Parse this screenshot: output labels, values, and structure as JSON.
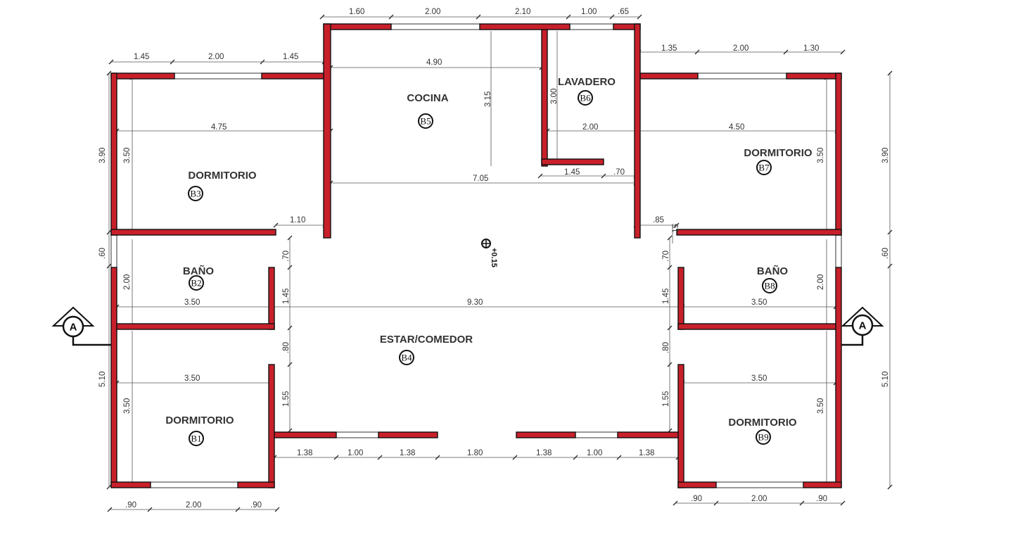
{
  "rooms": {
    "cocina": {
      "name": "COCINA",
      "tag": "B5"
    },
    "lavadero": {
      "name": "LAVADERO",
      "tag": "B6"
    },
    "dorm_b3": {
      "name": "DORMITORIO",
      "tag": "B3"
    },
    "dorm_b7": {
      "name": "DORMITORIO",
      "tag": "B7"
    },
    "bano_b2": {
      "name": "BAÑO",
      "tag": "B2"
    },
    "bano_b8": {
      "name": "BAÑO",
      "tag": "B8"
    },
    "estar": {
      "name": "ESTAR/COMEDOR",
      "tag": "B4"
    },
    "dorm_b1": {
      "name": "DORMITORIO",
      "tag": "B1"
    },
    "dorm_b9": {
      "name": "DORMITORIO",
      "tag": "B9"
    }
  },
  "level": "+0.15",
  "section_marker": "A",
  "dims": {
    "top_160": "1.60",
    "top_200": "2.00",
    "top_210": "2.10",
    "top_100": "1.00",
    "top_065": ".65",
    "tl_145a": "1.45",
    "tl_200": "2.00",
    "tl_145b": "1.45",
    "tr_135": "1.35",
    "tr_200": "2.00",
    "tr_130": "1.30",
    "in_490": "4.90",
    "in_315": "3.15",
    "in_300": "3.00",
    "in_475": "4.75",
    "in_200": "2.00",
    "in_450": "4.50",
    "in_145": "1.45",
    "in_070": ".70",
    "in_705": "7.05",
    "in_110": "1.10",
    "in_085": ".85",
    "in_015": ".15",
    "v_390l": "3.90",
    "v_350l": "3.50",
    "v_060l": ".60",
    "v_200l": "2.00",
    "v_510l": "5.10",
    "v_350bl": "3.50",
    "v_390r": "3.90",
    "v_350r": "3.50",
    "v_060r": ".60",
    "v_200r": "2.00",
    "v_510r": "5.10",
    "v_350br": "3.50",
    "mid_350l": "3.50",
    "mid_930": "9.30",
    "mid_350r": "3.50",
    "low_350l": "3.50",
    "low_350r": "3.50",
    "vl_070": ".70",
    "vl_145": "1.45",
    "vl_080": ".80",
    "vl_155": "1.55",
    "vr_070": ".70",
    "vr_145": "1.45",
    "vr_080": ".80",
    "vr_155": "1.55",
    "bot_138a": "1.38",
    "bot_100a": "1.00",
    "bot_138b": "1.38",
    "bot_180": "1.80",
    "bot_138c": "1.38",
    "bot_100b": "1.00",
    "bot_138d": "1.38",
    "bl_090a": ".90",
    "bl_200": "2.00",
    "bl_090b": ".90",
    "br_090a": ".90",
    "br_200": "2.00",
    "br_090b": ".90"
  }
}
